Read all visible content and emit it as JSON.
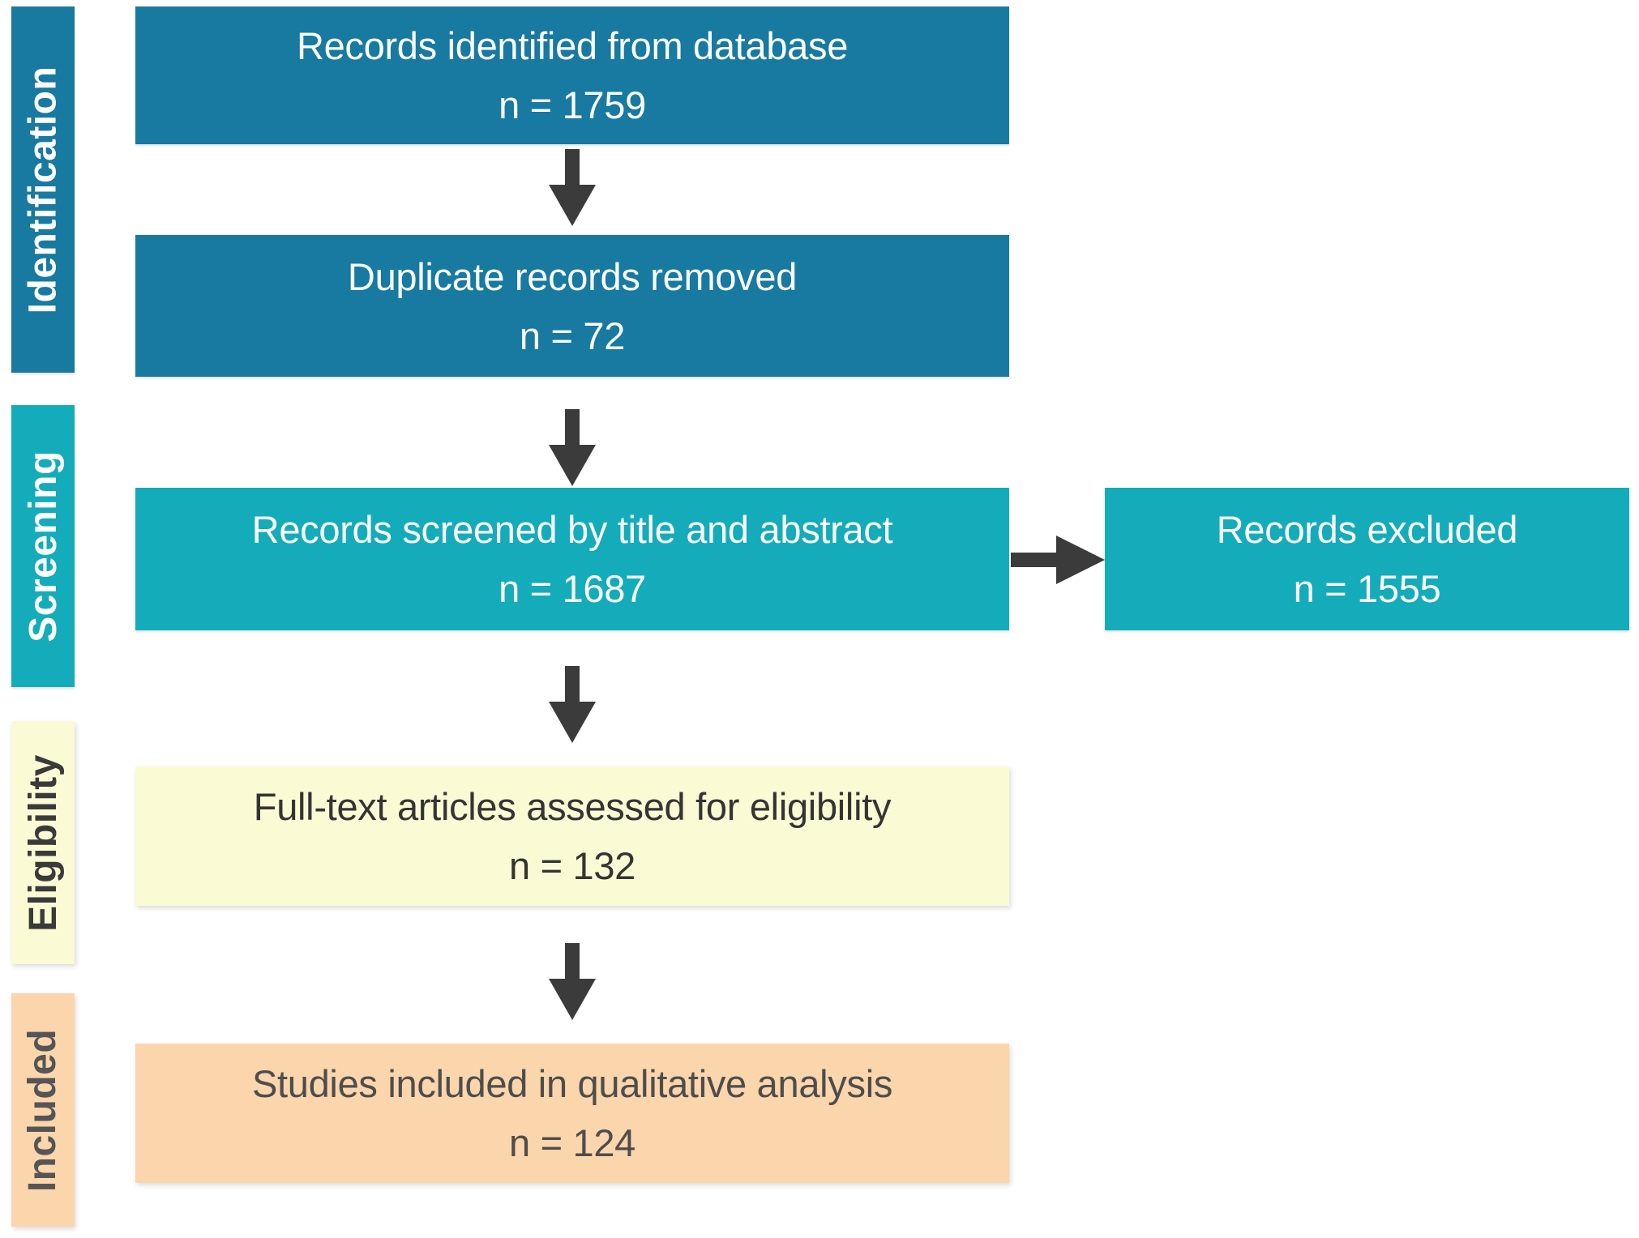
{
  "diagram": {
    "type": "prisma-flow-diagram",
    "palette": {
      "dark_blue": "#1879A1",
      "teal": "#14ACBA",
      "pale_yellow": "#FAFAD5",
      "peach": "#FBD5AB",
      "arrow_gray": "#3B3B3B",
      "white_text": "#FCFEFE",
      "dark_text": "#343434"
    },
    "stages": [
      {
        "label": "Identification",
        "bg": "#1879A1",
        "text_color": "#FFFFFF"
      },
      {
        "label": "Screening",
        "bg": "#14ACBA",
        "text_color": "#FFFFFF"
      },
      {
        "label": "Eligibility",
        "bg": "#FAFAD5",
        "text_color": "#3A3A3A"
      },
      {
        "label": "Included",
        "bg": "#FBD5AB",
        "text_color": "#555555"
      }
    ],
    "boxes": [
      {
        "label": "Records identified from database",
        "count": "n = 1759",
        "bg": "#1879A1"
      },
      {
        "label": "Duplicate records removed",
        "count": "n = 72",
        "bg": "#1879A1"
      },
      {
        "label": "Records screened by title and abstract",
        "count": "n = 1687",
        "bg": "#14ACBA"
      },
      {
        "label": "Records excluded",
        "count": "n = 1555",
        "bg": "#14ACBA"
      },
      {
        "label": "Full-text articles assessed for eligibility",
        "count": "n = 132",
        "bg": "#FAFAD5"
      },
      {
        "label": "Studies included in qualitative analysis",
        "count": "n = 124",
        "bg": "#FBD5AB"
      }
    ]
  }
}
